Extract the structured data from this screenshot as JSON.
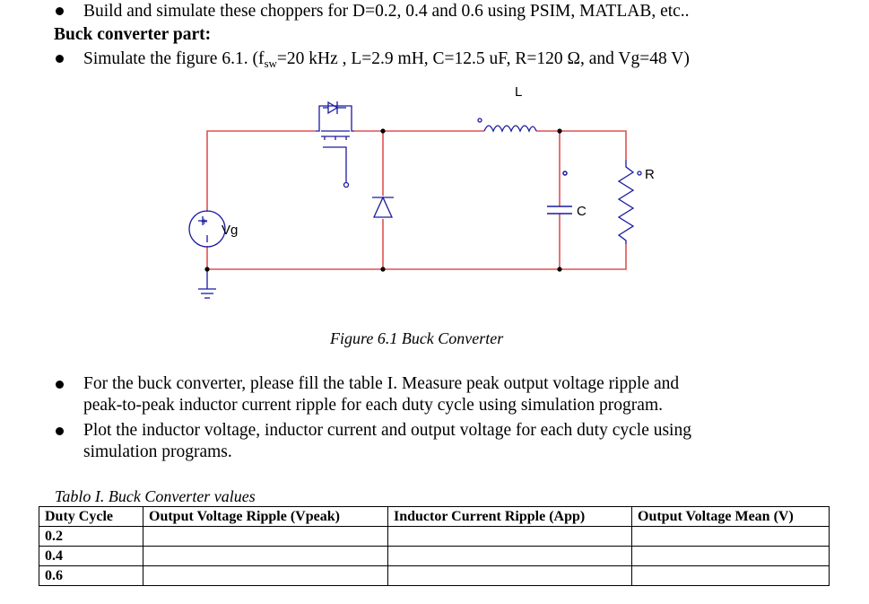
{
  "intro_bullet": "Build and simulate these choppers for D=0.2, 0.4 and 0.6 using PSIM, MATLAB, etc..",
  "section_title": "Buck converter part:",
  "sim_bullet": {
    "prefix": "Simulate the figure 6.1. (f",
    "sub": "sw",
    "suffix": "=20 kHz , L=2.9 mH, C=12.5 uF, R=120 Ω, and Vg=48 V)"
  },
  "circuit": {
    "inductor_label": "L",
    "source_label": "Vg",
    "capacitor_label": "C",
    "resistor_label": "R",
    "source_polarity": "+"
  },
  "figure_caption": "Figure 6.1 Buck Converter",
  "task_bullets": {
    "table_line1": "For the buck converter, please fill the table I. Measure peak output voltage ripple and",
    "table_line2": "peak-to-peak inductor current ripple for each duty cycle using simulation program.",
    "plot_line1": "Plot the inductor voltage, inductor current and output voltage for each duty cycle using",
    "plot_line2": "simulation programs."
  },
  "table": {
    "caption": "Tablo I. Buck Converter values",
    "headers": {
      "duty": "Duty Cycle",
      "ripple_v": "Output Voltage Ripple (Vpeak)",
      "ripple_i": "Inductor Current Ripple (App)",
      "mean_v": "Output Voltage Mean (V)"
    },
    "rows": [
      "0.2",
      "0.4",
      "0.6"
    ]
  },
  "colors": {
    "wire": "#e05050",
    "component": "#1a1aa0",
    "node": "#000000"
  }
}
